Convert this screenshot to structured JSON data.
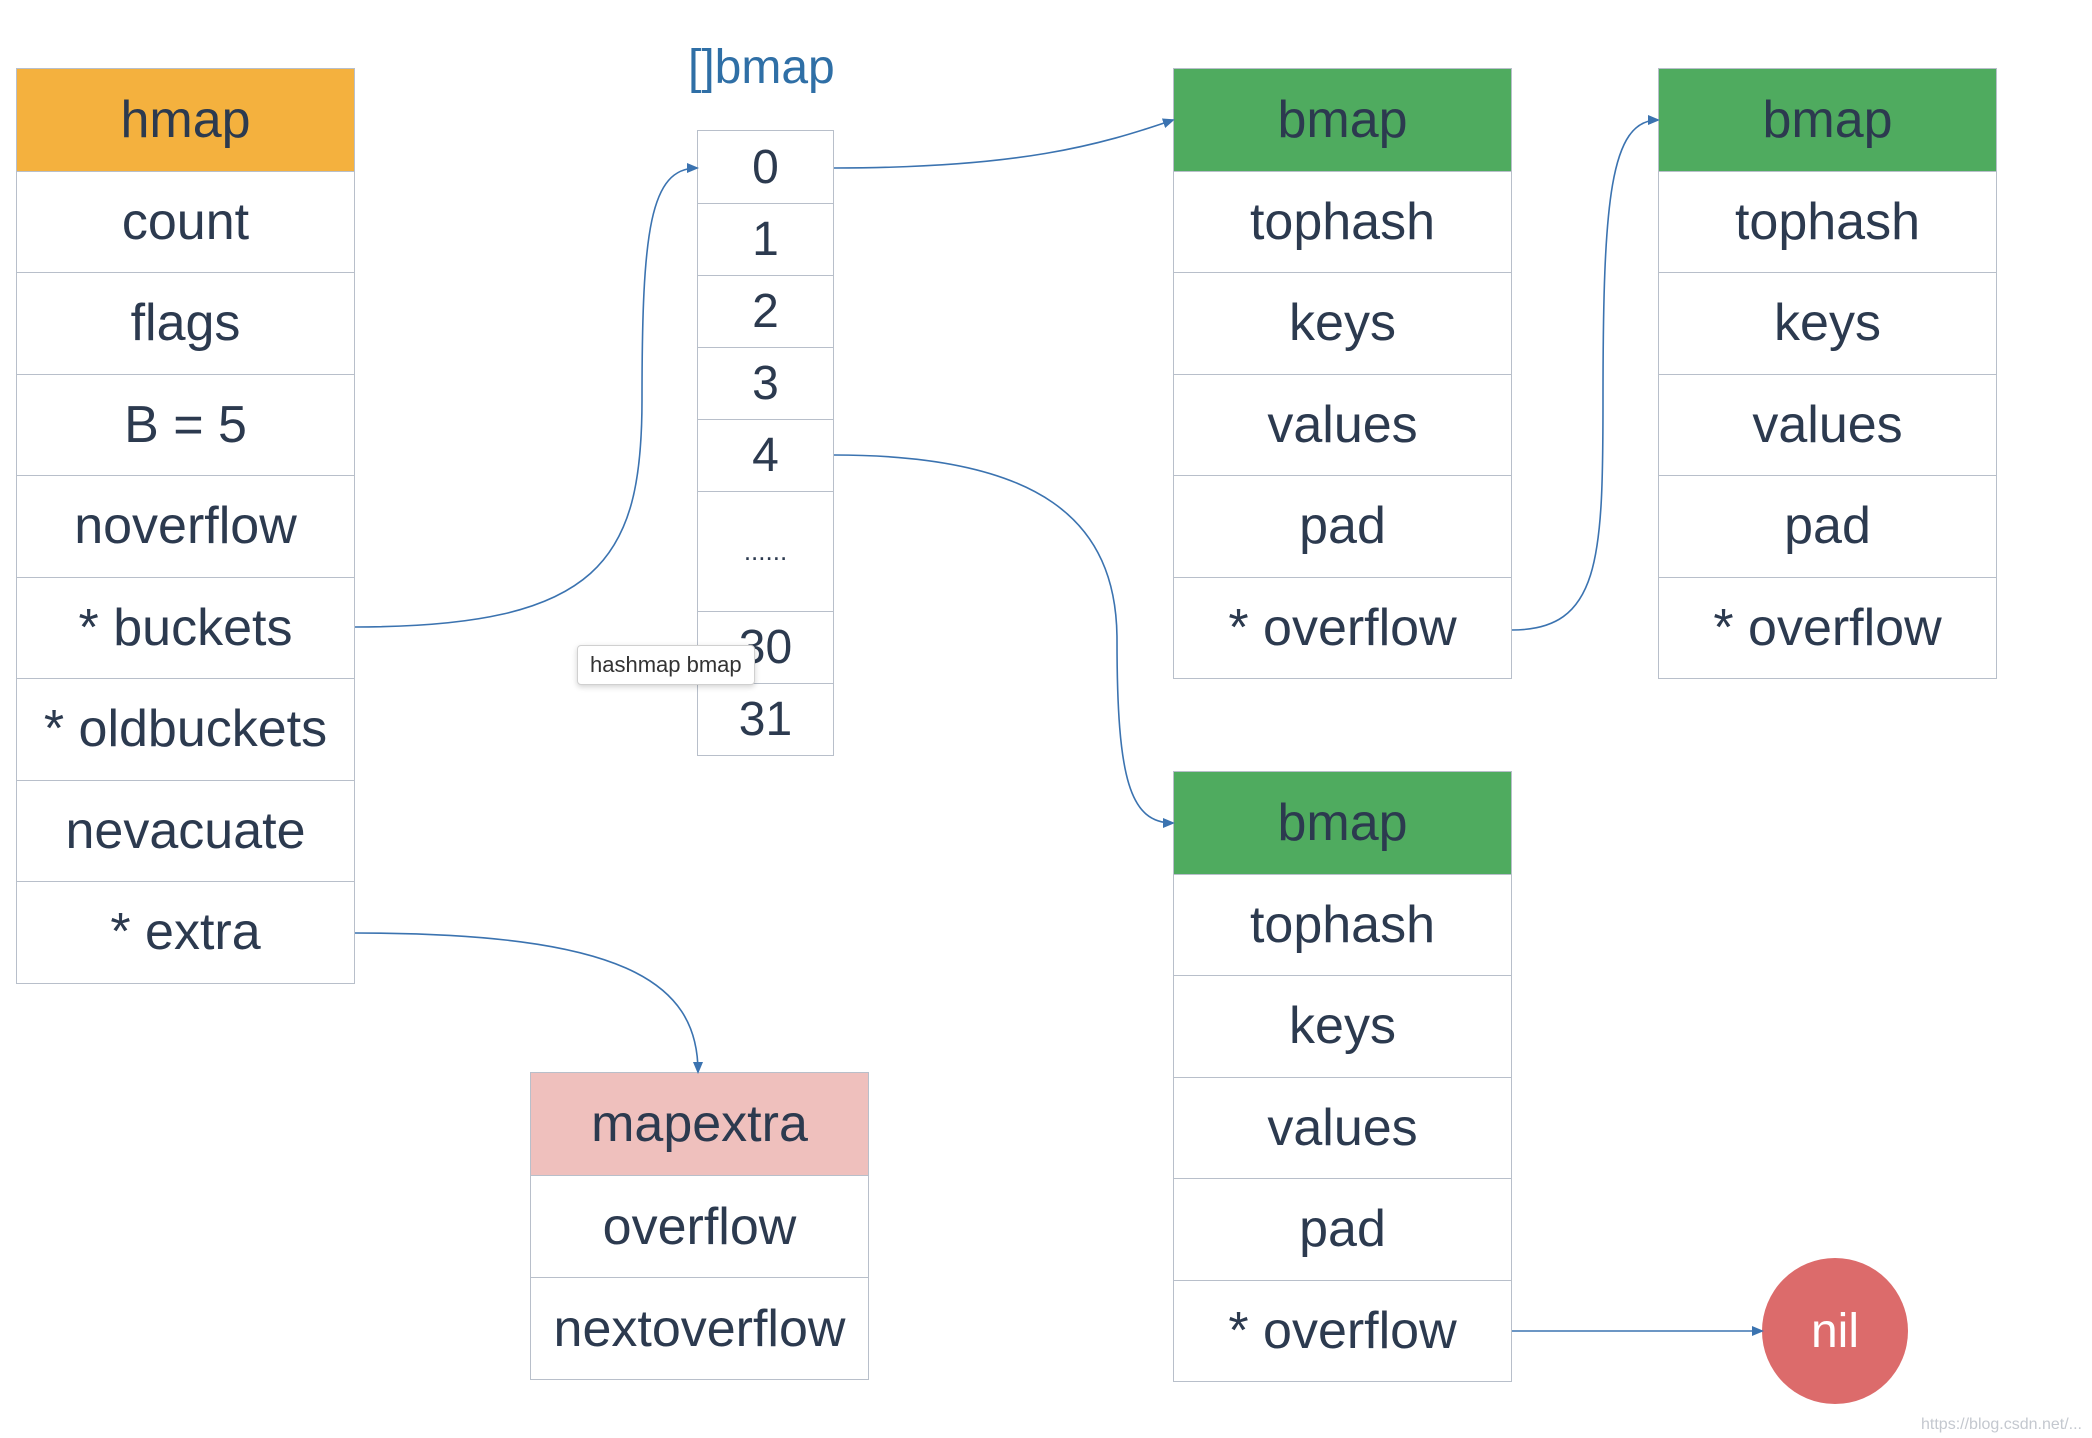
{
  "hmap": {
    "title": "hmap",
    "fields": [
      "count",
      "flags",
      "B = 5",
      "noverflow",
      "* buckets",
      "* oldbuckets",
      "nevacuate",
      "* extra"
    ]
  },
  "bucket_array": {
    "title": "[]bmap",
    "slots": [
      "0",
      "1",
      "2",
      "3",
      "4",
      "......",
      "30",
      "31"
    ]
  },
  "bmap_a": {
    "title": "bmap",
    "fields": [
      "tophash",
      "keys",
      "values",
      "pad",
      "* overflow"
    ]
  },
  "bmap_b": {
    "title": "bmap",
    "fields": [
      "tophash",
      "keys",
      "values",
      "pad",
      "* overflow"
    ]
  },
  "bmap_c": {
    "title": "bmap",
    "fields": [
      "tophash",
      "keys",
      "values",
      "pad",
      "* overflow"
    ]
  },
  "mapextra": {
    "title": "mapextra",
    "fields": [
      "overflow",
      "nextoverflow"
    ]
  },
  "nil_node": "nil",
  "tooltip": "hashmap bmap",
  "watermark": "https://blog.csdn.net/...",
  "colors": {
    "hmap_header": "#f4b13e",
    "bmap_header": "#4fab5f",
    "mapextra_header": "#efc0bd",
    "nil": "#dc6b6b",
    "arrow": "#3b73b0",
    "array_title": "#2f6fa6"
  }
}
